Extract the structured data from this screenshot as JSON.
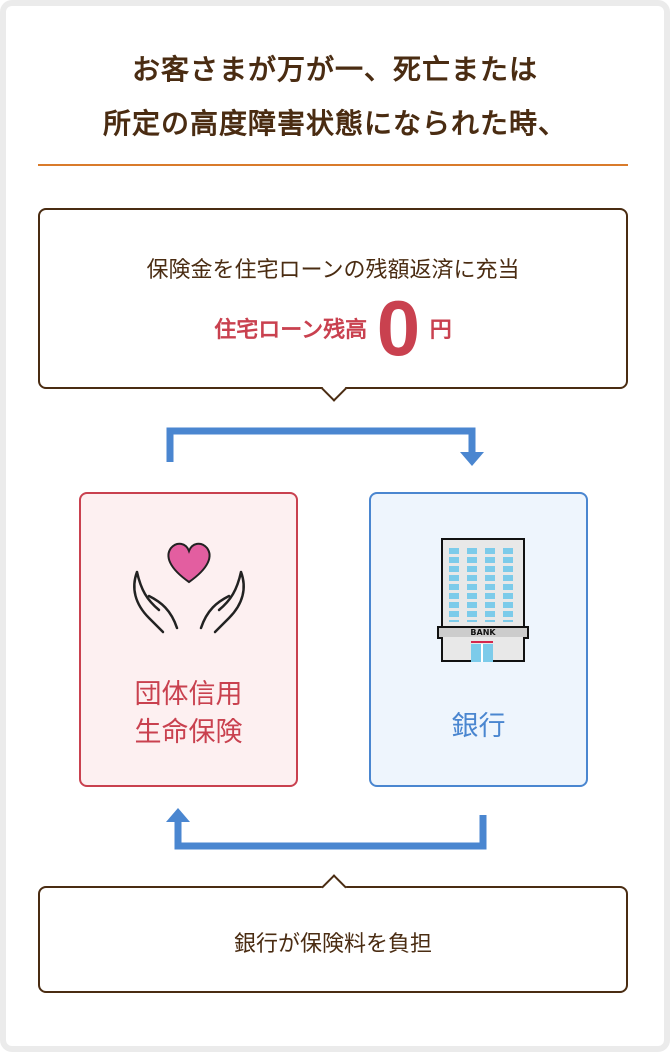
{
  "title": {
    "line1": "お客さまが万が一、死亡または",
    "line2": "所定の高度障害状態になられた時、"
  },
  "top_box": {
    "text": "保険金を住宅ローンの残額返済に充当",
    "balance_label": "住宅ローン残高",
    "balance_value": "0",
    "currency": "円"
  },
  "left_card": {
    "line1": "団体信用",
    "line2": "生命保険"
  },
  "right_card": {
    "label": "銀行",
    "sign": "BANK"
  },
  "bottom_box": {
    "text": "銀行が保険料を負担"
  },
  "colors": {
    "brown": "#4a2c12",
    "orange": "#d97b2b",
    "red": "#c9414f",
    "blue": "#4a86d0"
  }
}
